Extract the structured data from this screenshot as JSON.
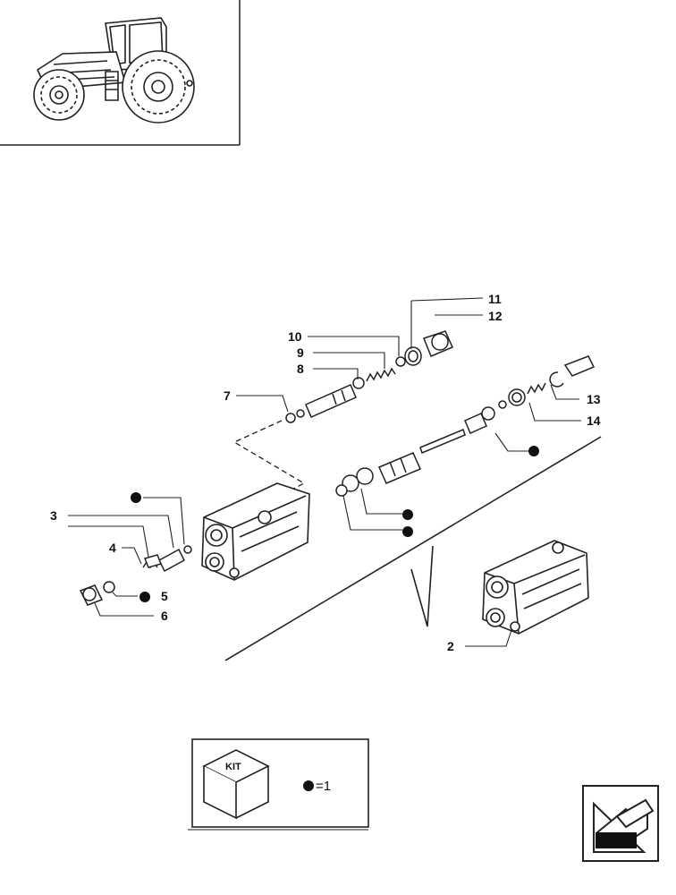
{
  "diagram": {
    "callouts": [
      {
        "id": "c1",
        "text": "11"
      },
      {
        "id": "c2",
        "text": "12"
      },
      {
        "id": "c3",
        "text": "10"
      },
      {
        "id": "c4",
        "text": "9"
      },
      {
        "id": "c5",
        "text": "8"
      },
      {
        "id": "c6",
        "text": "7"
      },
      {
        "id": "c7",
        "text": "13"
      },
      {
        "id": "c8",
        "text": "14"
      },
      {
        "id": "c9",
        "text": "3"
      },
      {
        "id": "c10",
        "text": "4"
      },
      {
        "id": "c11",
        "text": "5"
      },
      {
        "id": "c12",
        "text": "6"
      },
      {
        "id": "c13",
        "text": "2"
      }
    ]
  },
  "kit_legend": {
    "cube_label": "KIT",
    "equation": "=1"
  },
  "nav": {
    "icon": "arrow-icon"
  }
}
